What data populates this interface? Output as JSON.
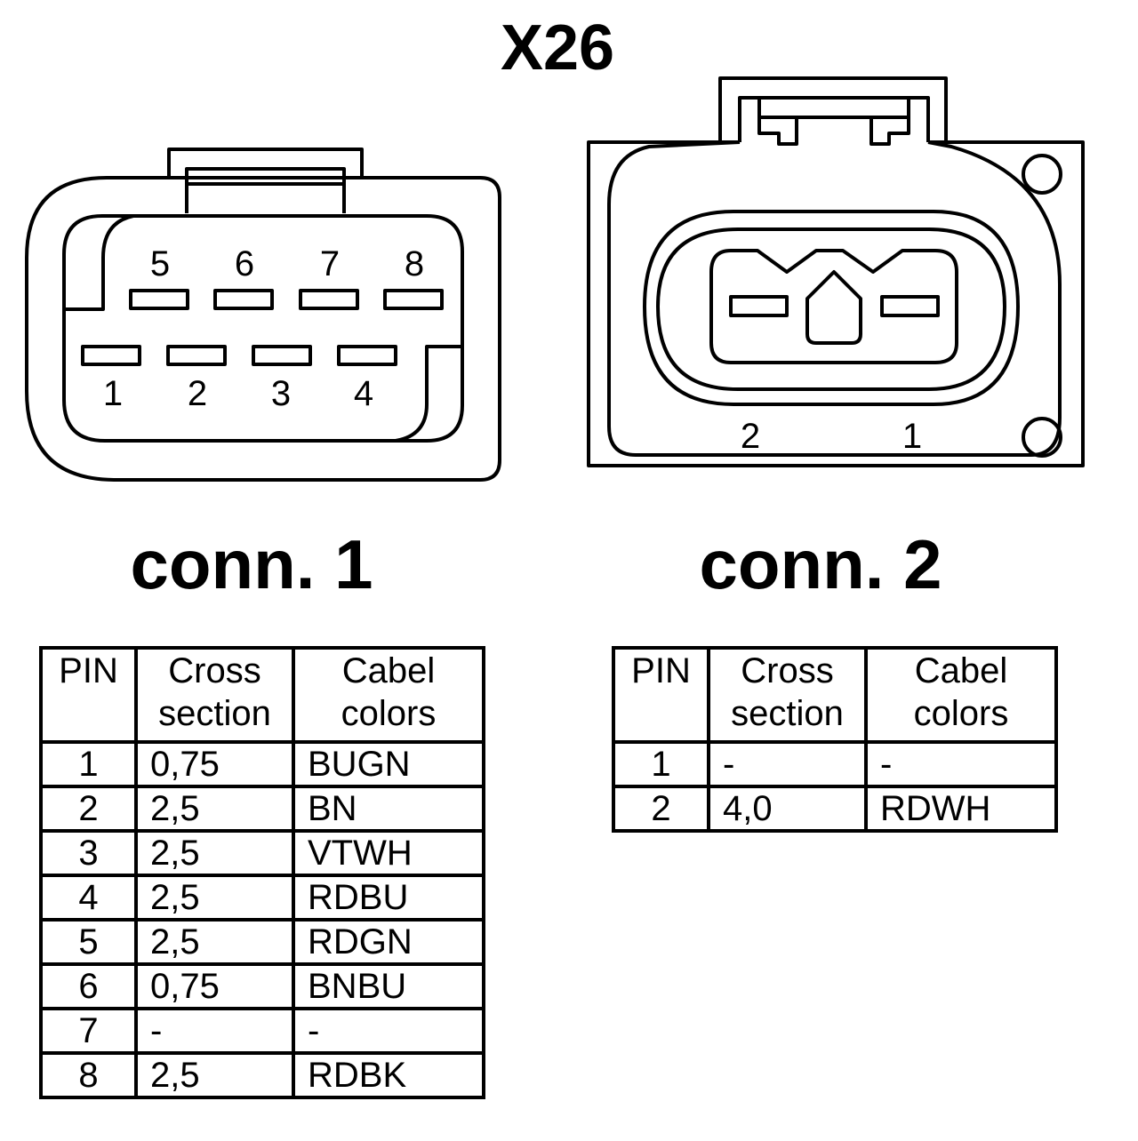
{
  "title": "X26",
  "connector1": {
    "label": "conn. 1",
    "pin_labels_top": [
      "5",
      "6",
      "7",
      "8"
    ],
    "pin_labels_bottom": [
      "1",
      "2",
      "3",
      "4"
    ]
  },
  "connector2": {
    "label": "conn. 2",
    "pin_labels": [
      "2",
      "1"
    ]
  },
  "table1": {
    "headers": {
      "pin": "PIN",
      "cross_line1": "Cross",
      "cross_line2": "section",
      "color_line1": "Cabel",
      "color_line2": "colors"
    },
    "rows": [
      {
        "pin": "1",
        "cross": "0,75",
        "color": "BUGN"
      },
      {
        "pin": "2",
        "cross": "2,5",
        "color": "BN"
      },
      {
        "pin": "3",
        "cross": "2,5",
        "color": "VTWH"
      },
      {
        "pin": "4",
        "cross": "2,5",
        "color": "RDBU"
      },
      {
        "pin": "5",
        "cross": "2,5",
        "color": "RDGN"
      },
      {
        "pin": "6",
        "cross": "0,75",
        "color": "BNBU"
      },
      {
        "pin": "7",
        "cross": "-",
        "color": "-"
      },
      {
        "pin": "8",
        "cross": "2,5",
        "color": "RDBK"
      }
    ]
  },
  "table2": {
    "headers": {
      "pin": "PIN",
      "cross_line1": "Cross",
      "cross_line2": "section",
      "color_line1": "Cabel",
      "color_line2": "colors"
    },
    "rows": [
      {
        "pin": "1",
        "cross": "-",
        "color": "-"
      },
      {
        "pin": "2",
        "cross": "4,0",
        "color": "RDWH"
      }
    ]
  }
}
